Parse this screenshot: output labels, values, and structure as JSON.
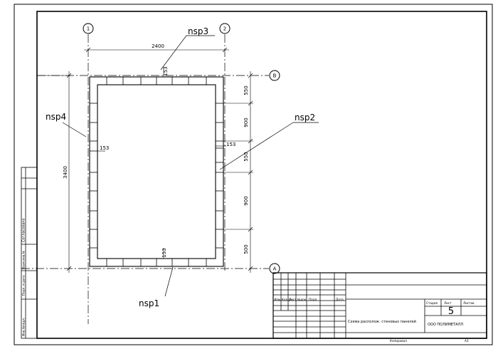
{
  "drawing": {
    "grid_axes": {
      "axis_1": "1",
      "axis_2": "2",
      "axis_b": "B",
      "axis_a": "A"
    },
    "dimensions": {
      "width_total": "2400",
      "height_total": "3400",
      "panel_thickness_top": "153",
      "panel_thickness_left": "153",
      "panel_thickness_right": "153",
      "panel_thickness_bottom": "153",
      "right_chain": [
        "550",
        "900",
        "550",
        "900",
        "500"
      ]
    },
    "callouts": {
      "nsp1": "nsp1",
      "nsp2": "nsp2",
      "nsp3": "nsp3",
      "nsp4": "nsp4"
    }
  },
  "left_strip": {
    "agreed": "Согласовано",
    "signature_date": "Подп. и дата",
    "inv_no": "Взам.инв.№",
    "inv_orig": "Инв.№подл."
  },
  "title_block": {
    "headers": [
      "Изм.",
      "Кол.уч",
      "Лист",
      "№док.",
      "Подп.",
      "Дата"
    ],
    "stage_label": "Стадия",
    "sheet_label": "Лист",
    "sheets_label": "Листов",
    "sheet_number": "5",
    "drawing_title": "Схема располож. стеновых панелей",
    "company": "ООО ПОЛИМЕТАЛЛ",
    "copied": "Копировал",
    "format": "A3"
  },
  "colors": {
    "line": "#000000",
    "background": "#ffffff"
  }
}
